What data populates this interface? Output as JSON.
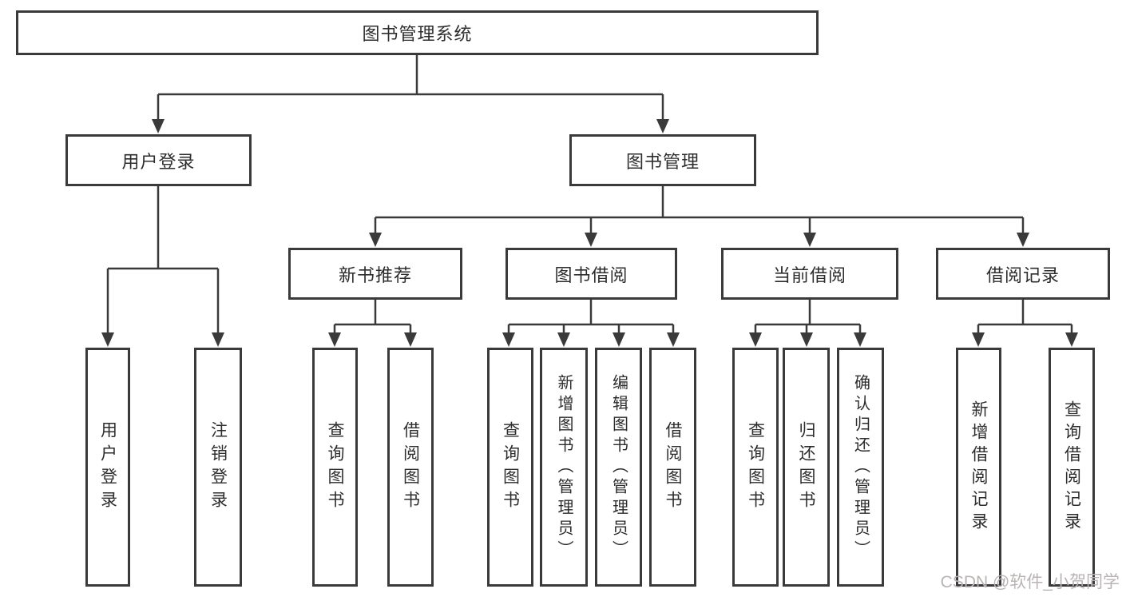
{
  "tree": {
    "root": {
      "label": "图书管理系统",
      "children": [
        {
          "label": "用户登录",
          "children": [
            {
              "label": "用户登录"
            },
            {
              "label": "注销登录"
            }
          ]
        },
        {
          "label": "图书管理",
          "children": [
            {
              "label": "新书推荐",
              "children": [
                {
                  "label": "查询图书"
                },
                {
                  "label": "借阅图书"
                }
              ]
            },
            {
              "label": "图书借阅",
              "children": [
                {
                  "label": "查询图书"
                },
                {
                  "label": "新增图书（管理员）"
                },
                {
                  "label": "编辑图书（管理员）"
                },
                {
                  "label": "借阅图书"
                }
              ]
            },
            {
              "label": "当前借阅",
              "children": [
                {
                  "label": "查询图书"
                },
                {
                  "label": "归还图书"
                },
                {
                  "label": "确认归还（管理员）"
                }
              ]
            },
            {
              "label": "借阅记录",
              "children": [
                {
                  "label": "新增借阅记录"
                },
                {
                  "label": "查询借阅记录"
                }
              ]
            }
          ]
        }
      ]
    }
  },
  "watermark": {
    "text": "CSDN @软件_小贺同学"
  },
  "colors": {
    "line": "#3a3a3a",
    "text": "#2d2d2d",
    "box_background": "#ffffff",
    "watermark": "#b9b4b4"
  }
}
